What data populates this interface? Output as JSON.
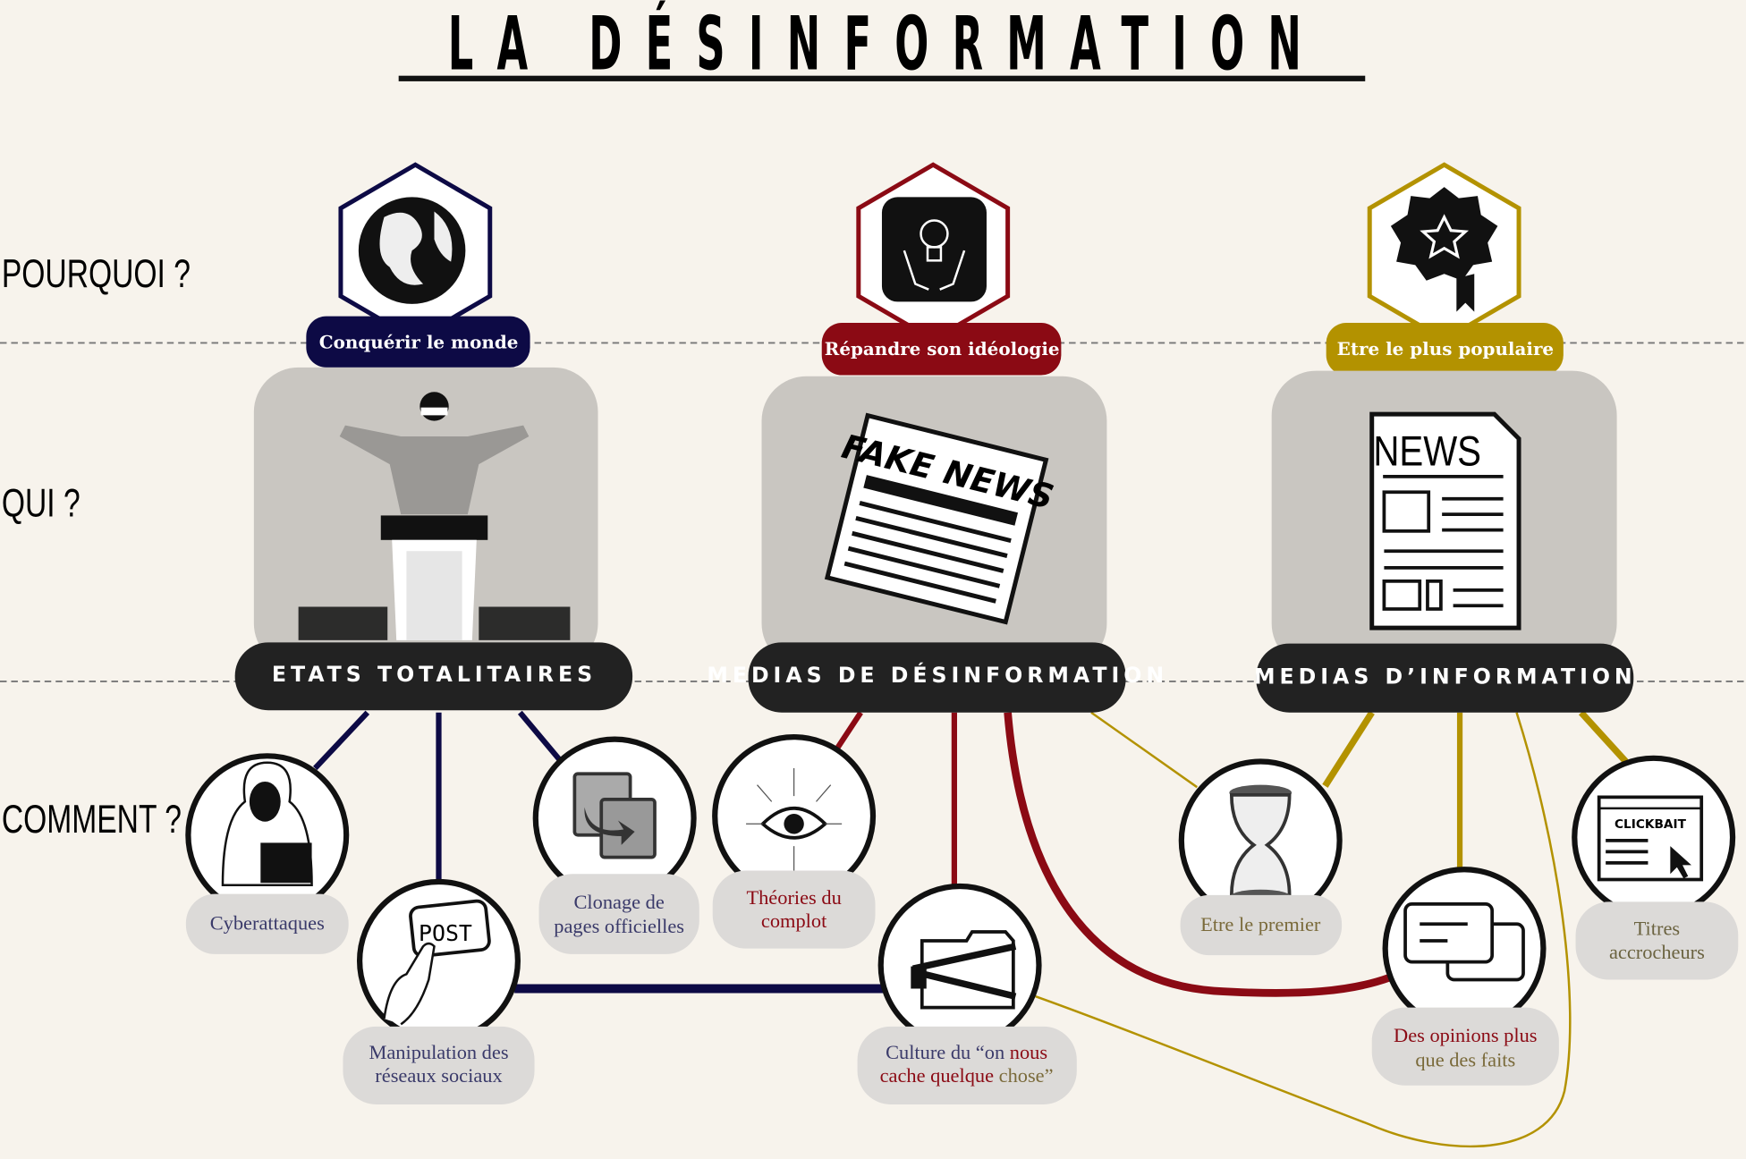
{
  "title": "LA DÉSINFORMATION",
  "rows": {
    "why": "POURQUOI ?",
    "who": "QUI ?",
    "how": "COMMENT ?"
  },
  "colors": {
    "navy": "#0d0a45",
    "red": "#8b0a14",
    "gold": "#b39200",
    "background": "#f7f3ec",
    "panel": "#c9c6c1",
    "pill": "#222222"
  },
  "columns": [
    {
      "goal": "Conquérir le monde",
      "goal_icon": "globe-icon",
      "actor": "ETATS TOTALITAIRES",
      "actor_icon": "dictator-podium-icon"
    },
    {
      "goal": "Répandre son idéologie",
      "goal_icon": "lightbulb-hands-icon",
      "actor": "MEDIAS DE DÉSINFORMATION",
      "actor_icon": "fake-news-newspaper-icon",
      "actor_image_text": "FAKE NEWS"
    },
    {
      "goal": "Etre le plus populaire",
      "goal_icon": "award-badge-icon",
      "actor": "MEDIAS D’INFORMATION",
      "actor_icon": "newspaper-icon",
      "actor_image_text": "NEWS"
    }
  ],
  "methods": [
    {
      "l1": "Cyberattaques",
      "l2": "",
      "icon": "hacker-icon"
    },
    {
      "l1": "Manipulation des",
      "l2": "réseaux sociaux",
      "icon": "post-button-icon",
      "image_text": "POST"
    },
    {
      "l1": "Clonage de",
      "l2": "pages officielles",
      "icon": "copy-pages-icon"
    },
    {
      "l1": "Théories du",
      "l2": "complot",
      "icon": "eye-icon"
    },
    {
      "l1a": "Culture du “on ",
      "l1b": "nous",
      "l2a": "cache quelque ",
      "l2b": "chose”",
      "icon": "sealed-folder-icon"
    },
    {
      "l1": "Etre le premier",
      "l2": "",
      "icon": "hourglass-icon"
    },
    {
      "l1": "Des opinions plus",
      "l2": "que des faits",
      "icon": "speech-bubbles-icon"
    },
    {
      "l1": "Titres",
      "l2": "accrocheurs",
      "icon": "clickbait-icon",
      "image_text": "CLICKBAIT"
    }
  ]
}
